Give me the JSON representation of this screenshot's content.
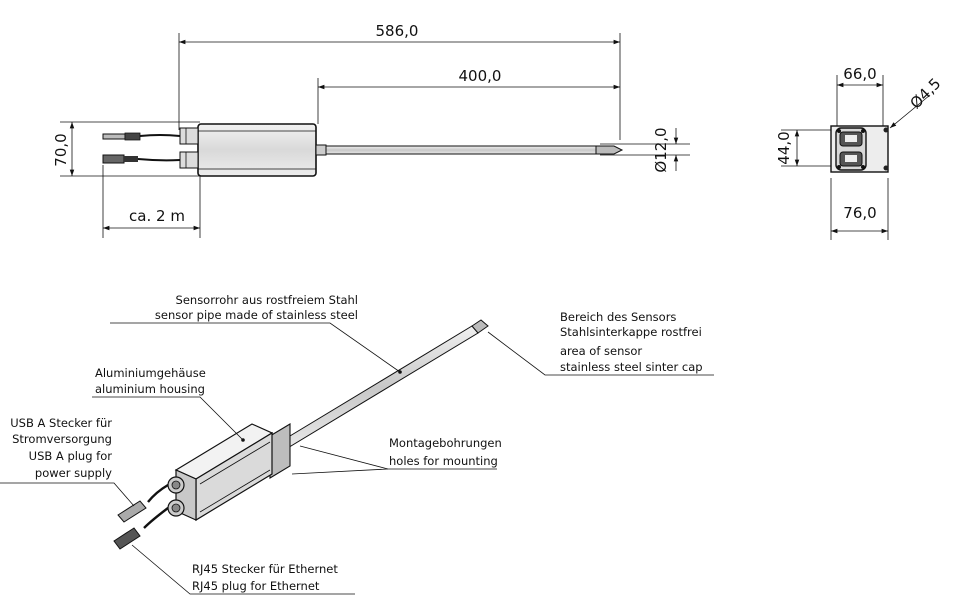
{
  "top_view": {
    "dim_overall": "586,0",
    "dim_probe": "400,0",
    "dim_height": "70,0",
    "dim_diameter": "Ø12,0",
    "dim_cable": "ca. 2 m"
  },
  "end_view": {
    "dim_width_top": "66,0",
    "dim_hole": "Ø4,5",
    "dim_height": "44,0",
    "dim_width_bottom": "76,0"
  },
  "labels": {
    "sensor_pipe": [
      "Sensorrohr aus rostfreiem Stahl",
      "sensor pipe made of stainless steel"
    ],
    "sensor_area": [
      "Bereich des Sensors",
      "Stahlsinterkappe rostfrei",
      "area of sensor",
      "stainless steel sinter cap"
    ],
    "housing": [
      "Aluminiumgehäuse",
      "aluminium housing"
    ],
    "usb": [
      "USB A Stecker für",
      "Stromversorgung",
      "USB A plug for",
      "power supply"
    ],
    "mounting": [
      "Montagebohrungen",
      "holes for mounting"
    ],
    "rj45": [
      "RJ45 Stecker für Ethernet",
      "RJ45 plug for Ethernet"
    ]
  },
  "colors": {
    "line": "#111111",
    "housing_fill": "#e6e6e6",
    "housing_dark": "#bdbdbd",
    "probe_fill": "#d8d8d8"
  }
}
